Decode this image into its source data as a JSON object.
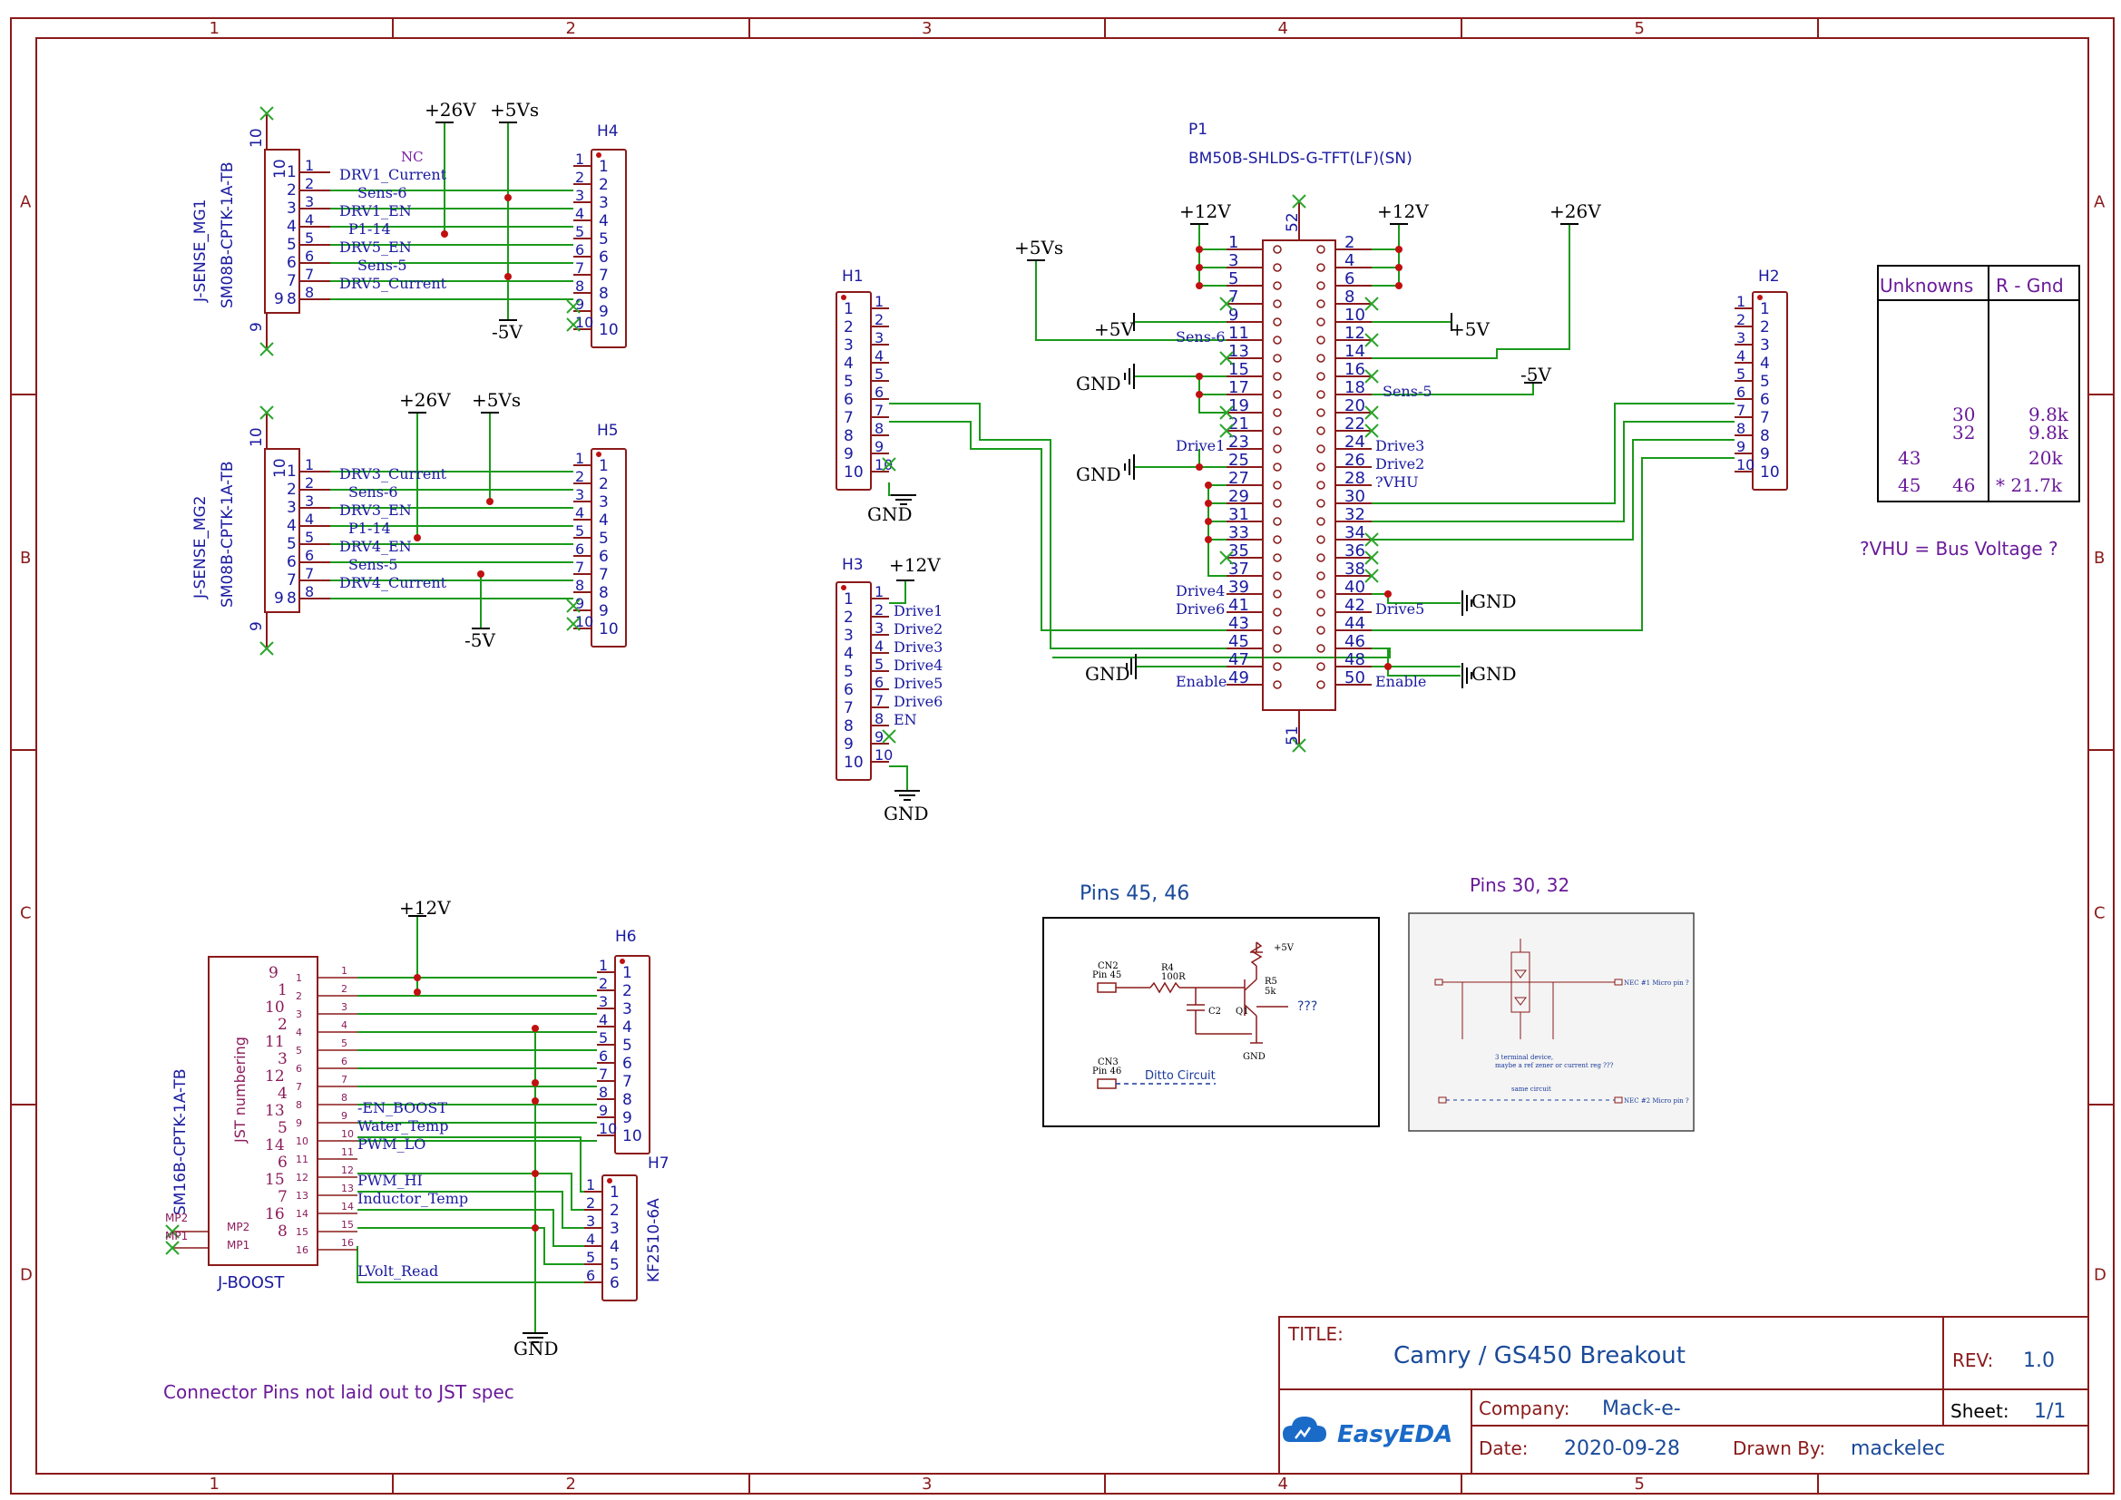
{
  "border": {
    "columns": [
      "1",
      "2",
      "3",
      "4",
      "5"
    ],
    "rows": [
      "A",
      "B",
      "C",
      "D"
    ]
  },
  "title_block": {
    "title_label": "TITLE:",
    "title": "Camry / GS450 Breakout",
    "rev_label": "REV:",
    "rev": "1.0",
    "company_label": "Company:",
    "company": "Mack-e-",
    "sheet_label": "Sheet:",
    "sheet": "1/1",
    "date_label": "Date:",
    "date": "2020-09-28",
    "drawn_label": "Drawn By:",
    "drawn_by": "mackelec",
    "logo": "EasyEDA"
  },
  "mg1": {
    "ref": "J-SENSE_MG1",
    "part": "SM08B-CPTK-1A-TB",
    "header": "H4",
    "nets": [
      "NC",
      "DRV1_Current",
      "Sens-6",
      "DRV1_EN",
      "P1-14",
      "DRV5_EN",
      "Sens-5",
      "DRV5_Current"
    ],
    "p26": "+26V",
    "p5": "+5Vs",
    "m5": "-5V"
  },
  "mg2": {
    "ref": "J-SENSE_MG2",
    "part": "SM08B-CPTK-1A-TB",
    "header": "H5",
    "nets": [
      "",
      "DRV3_Current",
      "Sens-6",
      "DRV3_EN",
      "P1-14",
      "DRV4_EN",
      "Sens-5",
      "DRV4_Current"
    ],
    "p26": "+26V",
    "p5": "+5Vs",
    "m5": "-5V"
  },
  "h1": {
    "ref": "H1",
    "gnd": "GND"
  },
  "h3": {
    "ref": "H3",
    "p12": "+12V",
    "gnd": "GND",
    "nets": [
      "Drive1",
      "Drive2",
      "Drive3",
      "Drive4",
      "Drive5",
      "Drive6",
      "EN"
    ]
  },
  "p1": {
    "ref": "P1",
    "part": "BM50B-SHLDS-G-TFT(LF)(SN)",
    "top": "52",
    "bottom": "51",
    "p12a": "+12V",
    "p12b": "+12V",
    "p26": "+26V",
    "p5vs": "+5Vs",
    "p5v_left": "+5V",
    "p5v_right": "+5V",
    "m5": "-5V",
    "gnd": "GND",
    "left_labels": {
      "11": "Sens-6",
      "23": "Drive1",
      "39": "Drive4",
      "41": "Drive6",
      "49": "Enable"
    },
    "right_labels": {
      "18": "Sens-5",
      "24": "Drive3",
      "26": "Drive2",
      "28": "?VHU",
      "42": "Drive5",
      "50": "Enable"
    }
  },
  "h2": {
    "ref": "H2"
  },
  "table": {
    "headers": [
      "Unknowns",
      "R - Gnd"
    ],
    "rows": [
      {
        "a": "",
        "b": "30",
        "c": "9.8k"
      },
      {
        "a": "",
        "b": "32",
        "c": "9.8k"
      },
      {
        "a": "43",
        "b": "",
        "c": "20k"
      },
      {
        "a": "45",
        "b": "46",
        "c": "* 21.7k"
      }
    ],
    "note": "?VHU = Bus Voltage ?"
  },
  "boost": {
    "ref": "J-BOOST",
    "part": "SM16B-CPTK-1A-TB",
    "numbering_label": "JST numbering",
    "jst": [
      "9",
      "1",
      "10",
      "2",
      "11",
      "3",
      "12",
      "4",
      "13",
      "5",
      "14",
      "6",
      "15",
      "7",
      "16",
      "8"
    ],
    "mp": [
      "MP2",
      "MP1"
    ],
    "nets": {
      "9": "-EN_BOOST",
      "10": "Water_Temp",
      "11": "PWM_LO",
      "13": "PWM_HI",
      "14": "Inductor_Temp",
      "16": "LVolt_Read"
    },
    "p12": "+12V",
    "gnd": "GND",
    "h6": "H6",
    "h7": "H7",
    "h7_part": "KF2510-6A",
    "note": "Connector Pins not laid out to JST spec"
  },
  "inset1": {
    "title": "Pins 45, 46",
    "cn2": "CN2",
    "pin45": "Pin 45",
    "r4": "R4",
    "r4v": "100R",
    "c2": "C2",
    "q1": "Q1",
    "r5": "R5",
    "r5v": "5k",
    "vcc": "+5V",
    "unk": "???",
    "gnd": "GND",
    "cn3": "CN3",
    "pin46": "Pin 46",
    "ditto": "Ditto Circuit"
  },
  "inset2": {
    "title": "Pins 30, 32",
    "line1": "3 terminal device,",
    "line2": "maybe a ref zener or current reg ???",
    "same": "same circuit",
    "out1": "NEC #1 Micro pin ?",
    "out2": "NEC #2 Micro pin ?"
  }
}
